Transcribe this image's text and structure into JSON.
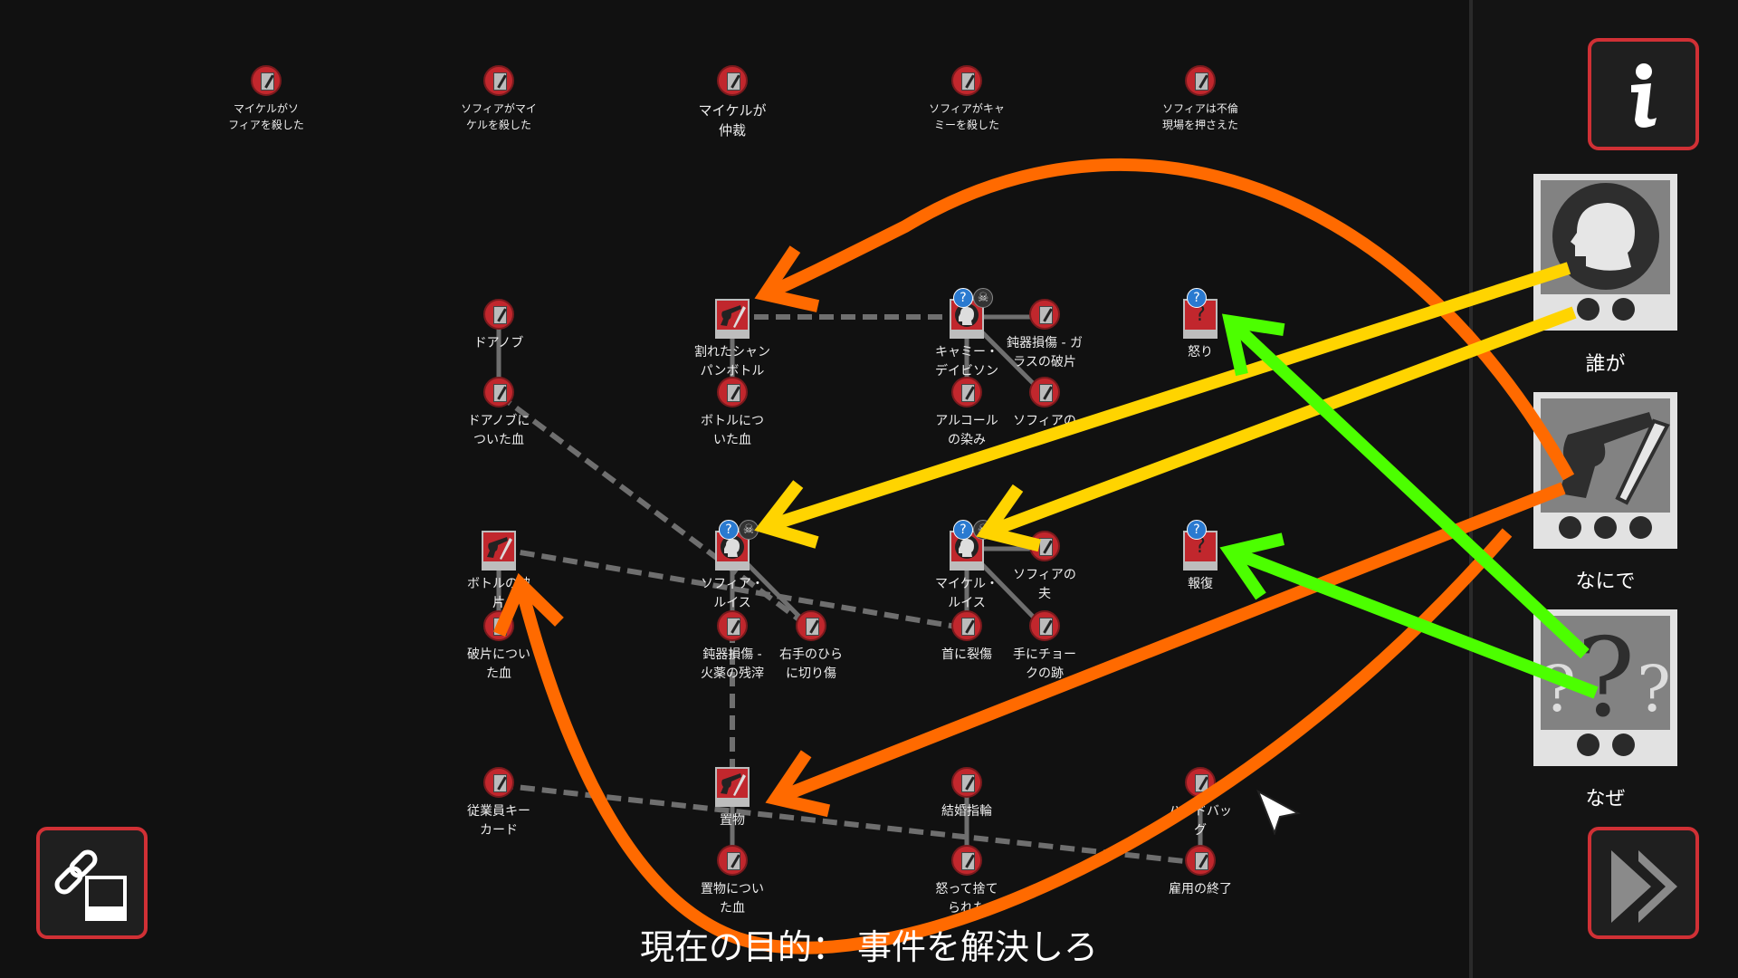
{
  "nodes": [
    {
      "label": "マイケルがソ\nフィアを殺した",
      "type": "note",
      "row": "top"
    },
    {
      "label": "ソフィアがマイ\nケルを殺した",
      "type": "note",
      "row": "top"
    },
    {
      "label": "マイケルが\n仲裁",
      "type": "note",
      "row": "top",
      "big": true
    },
    {
      "label": "ソフィアがキャ\nミーを殺した",
      "type": "note",
      "row": "top"
    },
    {
      "label": "ソフィアは不倫\n現場を押さえた",
      "type": "note",
      "row": "top"
    },
    {
      "label": "ドアノブ",
      "type": "note"
    },
    {
      "label": "割れたシャン\nパンボトル",
      "type": "card",
      "icon": "weapon"
    },
    {
      "label": "キャミー・\nデイビソン",
      "type": "card",
      "icon": "person",
      "badges": [
        "question",
        "skull"
      ]
    },
    {
      "label": "鈍器損傷 - ガ\nラスの破片",
      "type": "note"
    },
    {
      "label": "怒り",
      "type": "card",
      "icon": "motive",
      "badges": [
        "question"
      ]
    },
    {
      "label": "ドアノブに\nついた血",
      "type": "note"
    },
    {
      "label": "ボトルにつ\nいた血",
      "type": "note"
    },
    {
      "label": "アルコール\nの染み",
      "type": "note"
    },
    {
      "label": "ソフィアの",
      "type": "note"
    },
    {
      "label": "ボトルの破\n片",
      "type": "card",
      "icon": "weapon"
    },
    {
      "label": "ソフィア・\nルイス",
      "type": "card",
      "icon": "person",
      "badges": [
        "question",
        "skull"
      ]
    },
    {
      "label": "マイケル・\nルイス",
      "type": "card",
      "icon": "person",
      "badges": [
        "question",
        "skull"
      ]
    },
    {
      "label": "ソフィアの\n夫",
      "type": "note"
    },
    {
      "label": "報復",
      "type": "card",
      "icon": "motive",
      "badges": [
        "question"
      ]
    },
    {
      "label": "破片につい\nた血",
      "type": "note"
    },
    {
      "label": "鈍器損傷 -\n火薬の残滓",
      "type": "note"
    },
    {
      "label": "右手のひら\nに切り傷",
      "type": "note"
    },
    {
      "label": "首に裂傷",
      "type": "note"
    },
    {
      "label": "手にチョー\nクの跡",
      "type": "note"
    },
    {
      "label": "従業員キー\nカード",
      "type": "note"
    },
    {
      "label": "置物",
      "type": "card",
      "icon": "weapon"
    },
    {
      "label": "結婚指輪",
      "type": "note"
    },
    {
      "label": "ハンドバッ\nグ",
      "type": "note"
    },
    {
      "label": "置物につい\nた血",
      "type": "note"
    },
    {
      "label": "怒って捨て\nられた",
      "type": "note"
    },
    {
      "label": "雇用の終了",
      "type": "note"
    }
  ],
  "panel": {
    "info_label": "i",
    "slots": [
      {
        "label": "誰が",
        "icon": "person"
      },
      {
        "label": "なにで",
        "icon": "weapon"
      },
      {
        "label": "なぜ",
        "icon": "motive"
      }
    ]
  },
  "objective": "現在の目的： 事件を解決しろ",
  "colors": {
    "accent": "#d03035",
    "arrow_orange": "#ff6a00",
    "arrow_yellow": "#ffd400",
    "arrow_green": "#4cff00"
  }
}
